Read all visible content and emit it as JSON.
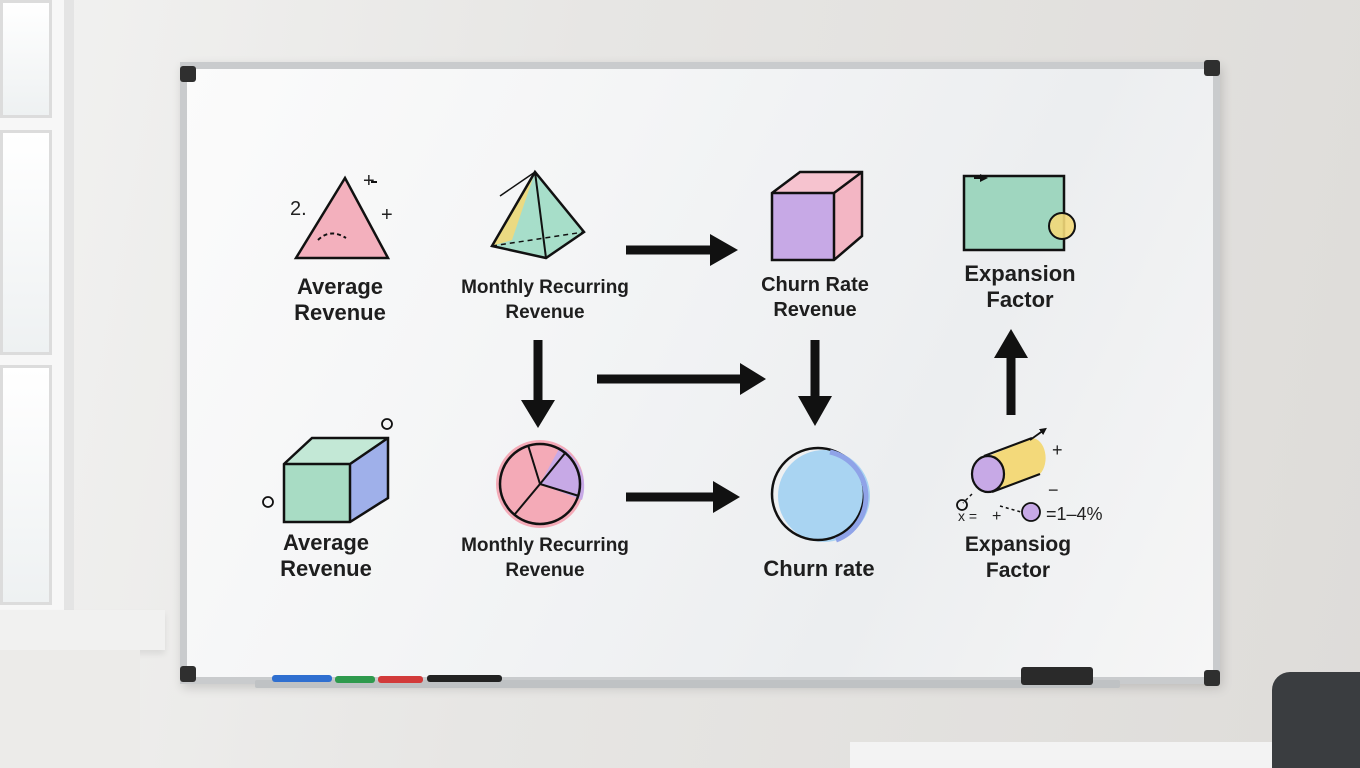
{
  "nodes": [
    {
      "id": "avg-revenue-top",
      "label_line1": "Average",
      "label_line2": "Revenue",
      "shape": "triangle-icon",
      "color": "#f2a3b3"
    },
    {
      "id": "mrr-top",
      "label_line1": "Monthly Recurring",
      "label_line2": "Revenue",
      "shape": "pyramid-icon",
      "color": "#9fdcc4"
    },
    {
      "id": "churn-rate-revenue",
      "label_line1": "Churn Rate",
      "label_line2": "Revenue",
      "shape": "cube-icon",
      "color": "#f3b6c4"
    },
    {
      "id": "expansion-factor-top",
      "label_line1": "Expansion",
      "label_line2": "Factor",
      "shape": "square-icon",
      "color": "#9fd6bf"
    },
    {
      "id": "avg-revenue-bottom",
      "label_line1": "Average",
      "label_line2": "Revenue",
      "shape": "box-icon",
      "color": "#a8dcc4"
    },
    {
      "id": "mrr-bottom",
      "label_line1": "Monthly Recurring",
      "label_line2": "Revenue",
      "shape": "pie-icon",
      "color": "#f4aab7"
    },
    {
      "id": "churn-rate",
      "label_line1": "Churn rate",
      "label_line2": "",
      "shape": "circle-icon",
      "color": "#a9d4f2"
    },
    {
      "id": "expansion-factor-bottom",
      "label_line1": "Expansiog",
      "label_line2": "Factor",
      "shape": "cylinder-icon",
      "color": "#f3d97a"
    }
  ],
  "annotations": {
    "triangle_number": "2.",
    "plus": "+",
    "minus": "−",
    "formula_left": "x =",
    "formula_right": "=1–4%"
  },
  "colors": {
    "ink": "#111111",
    "purple": "#c7a9e6",
    "yellow": "#f3d97a",
    "blue": "#8fa3e8"
  }
}
